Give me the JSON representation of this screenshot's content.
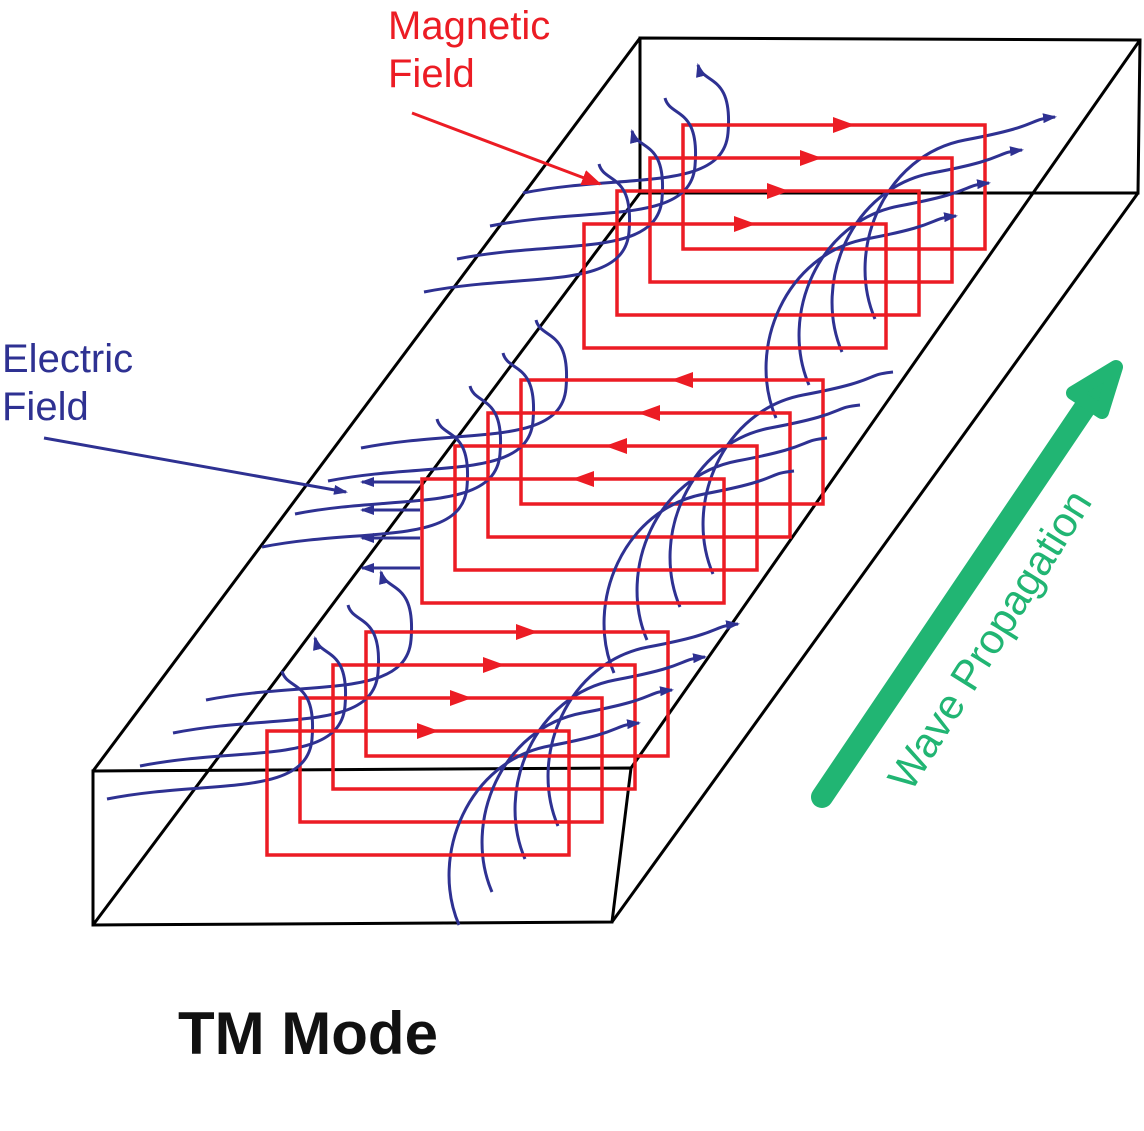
{
  "labels": {
    "magnetic_line1": "Magnetic",
    "magnetic_line2": "Field",
    "electric_line1": "Electric",
    "electric_line2": "Field",
    "wave_propagation": "Wave Propagation",
    "title": "TM Mode"
  },
  "colors": {
    "magnetic": "#ec1c24",
    "electric": "#2e3192",
    "propagation": "#21b573",
    "outline": "#000000"
  }
}
